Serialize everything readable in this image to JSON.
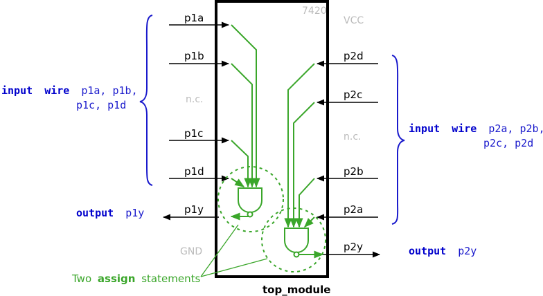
{
  "chip": {
    "part_number": "7420",
    "module_name": "top_module",
    "vcc_label": "VCC",
    "gnd_label": "GND",
    "nc_label": "n.c."
  },
  "left_pins": {
    "p1a": "p1a",
    "p1b": "p1b",
    "p1c": "p1c",
    "p1d": "p1d",
    "p1y": "p1y"
  },
  "right_pins": {
    "p2d": "p2d",
    "p2c": "p2c",
    "p2b": "p2b",
    "p2a": "p2a",
    "p2y": "p2y"
  },
  "code": {
    "keyword_input": "input",
    "keyword_wire": "wire",
    "keyword_output": "output",
    "left_inputs_line1": "p1a, p1b,",
    "left_inputs_line2": "p1c, p1d",
    "left_output": "p1y",
    "right_inputs_line1": "p2a, p2b,",
    "right_inputs_line2": "p2c, p2d",
    "right_output": "p2y"
  },
  "annotation": {
    "prefix": "Two",
    "keyword": "assign",
    "suffix": "statements"
  },
  "colors": {
    "keyword_blue": "#0000cc",
    "identifier_blue": "#1a1acc",
    "green": "#3aa62a",
    "grey": "#bbbbbb",
    "black": "#000000"
  }
}
